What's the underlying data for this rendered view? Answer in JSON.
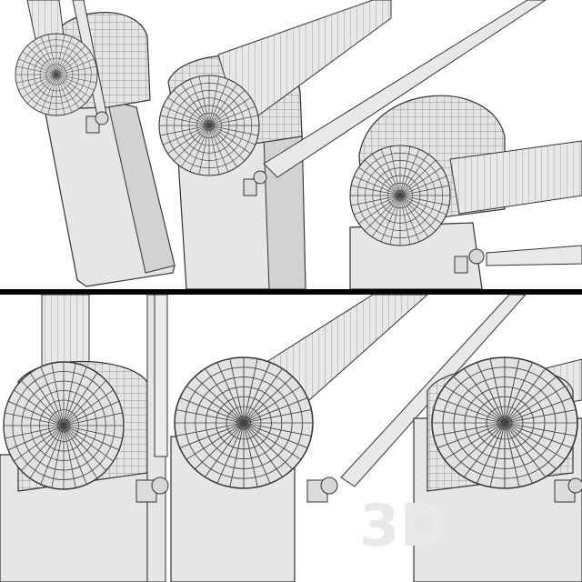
{
  "image": {
    "description_kind": "3d-render-collage",
    "panels": [
      "top-views",
      "bottom-closeups"
    ],
    "colors": {
      "background": "#ffffff",
      "divider": "#000000",
      "surface": "#e6e6e6",
      "surface_shadow": "#d0d0d0",
      "wire": "#333333",
      "bracket": "#dcdcdc",
      "watermark": "#e9e9e9"
    },
    "watermark_text": "3D"
  }
}
